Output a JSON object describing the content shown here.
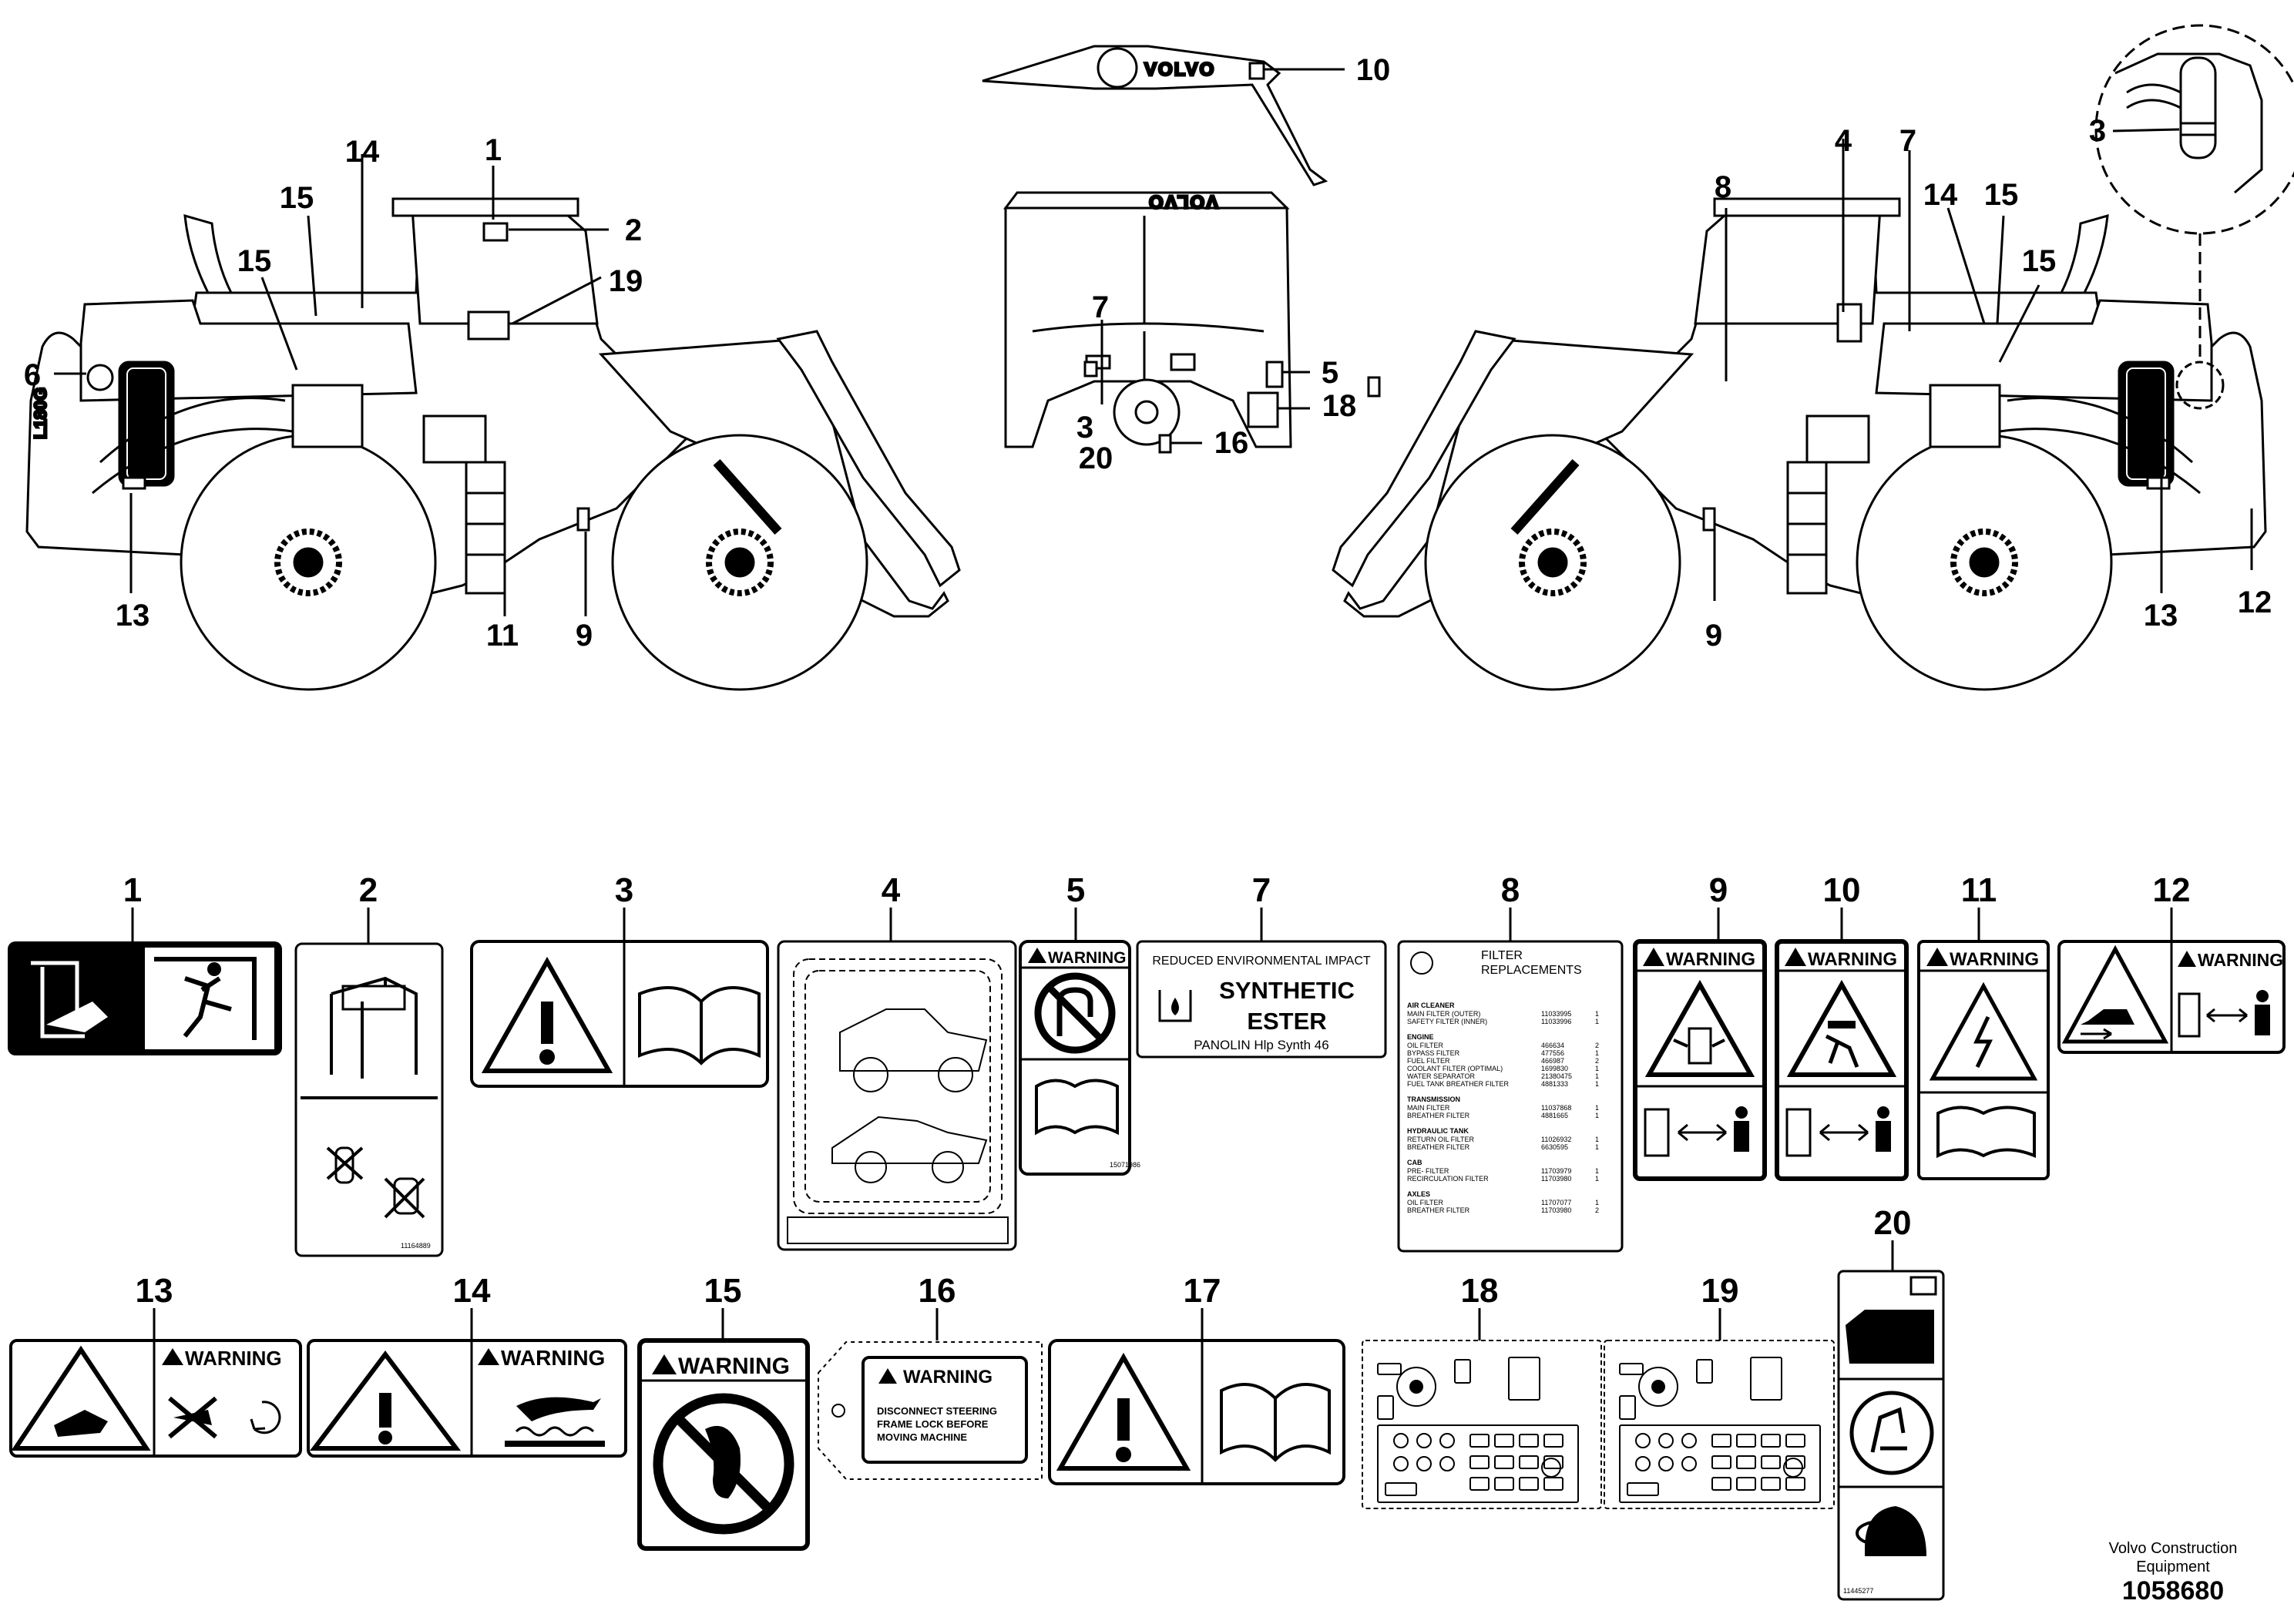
{
  "diagram": {
    "loader_model": "L180G",
    "brand": "VOLVO",
    "callouts": {
      "c1": "1",
      "c2": "2",
      "c3": "3",
      "c4": "4",
      "c5": "5",
      "c6": "6",
      "c7": "7",
      "c8": "8",
      "c9": "9",
      "c10": "10",
      "c11": "11",
      "c12": "12",
      "c13": "13",
      "c14": "14",
      "c15": "15",
      "c16": "16",
      "c18": "18",
      "c19": "19",
      "c20": "20"
    }
  },
  "decals": [
    {
      "num": "1"
    },
    {
      "num": "2",
      "part_number": "11164889"
    },
    {
      "num": "3"
    },
    {
      "num": "4"
    },
    {
      "num": "5",
      "warning": "WARNING",
      "part_number": "15071986"
    },
    {
      "num": "7",
      "line1": "REDUCED ENVIRONMENTAL IMPACT",
      "line2": "SYNTHETIC",
      "line3": "ESTER",
      "line4": "PANOLIN Hlp Synth 46"
    },
    {
      "num": "8",
      "title1": "FILTER",
      "title2": "REPLACEMENTS"
    },
    {
      "num": "9",
      "warning": "WARNING"
    },
    {
      "num": "10",
      "warning": "WARNING"
    },
    {
      "num": "11",
      "warning": "WARNING"
    },
    {
      "num": "12",
      "warning": "WARNING"
    },
    {
      "num": "13",
      "warning": "WARNING"
    },
    {
      "num": "14",
      "warning": "WARNING"
    },
    {
      "num": "15",
      "warning": "WARNING"
    },
    {
      "num": "16",
      "warning": "WARNING",
      "text1": "DISCONNECT STEERING",
      "text2": "FRAME LOCK BEFORE",
      "text3": "MOVING MACHINE"
    },
    {
      "num": "17"
    },
    {
      "num": "18"
    },
    {
      "num": "19"
    },
    {
      "num": "20",
      "part_number": "11445277"
    }
  ],
  "filter_list": [
    {
      "section": "AIR CLEANER",
      "rows": [
        [
          "MAIN FILTER (OUTER)",
          "11033995",
          "1"
        ],
        [
          "SAFETY FILTER (INNER)",
          "11033996",
          "1"
        ]
      ]
    },
    {
      "section": "ENGINE",
      "rows": [
        [
          "OIL FILTER",
          "466634",
          "2"
        ],
        [
          "BYPASS FILTER",
          "477556",
          "1"
        ],
        [
          "FUEL FILTER",
          "466987",
          "2"
        ],
        [
          "COOLANT FILTER (OPTIMAL)",
          "1699830",
          "1"
        ],
        [
          "WATER SEPARATOR",
          "21380475",
          "1"
        ],
        [
          "FUEL TANK BREATHER FILTER",
          "4881333",
          "1"
        ]
      ]
    },
    {
      "section": "TRANSMISSION",
      "rows": [
        [
          "MAIN FILTER",
          "11037868",
          "1"
        ],
        [
          "BREATHER FILTER",
          "4881665",
          "1"
        ]
      ]
    },
    {
      "section": "HYDRAULIC TANK",
      "rows": [
        [
          "RETURN OIL FILTER",
          "11026932",
          "1"
        ],
        [
          "BREATHER FILTER",
          "6630595",
          "1"
        ]
      ]
    },
    {
      "section": "CAB",
      "rows": [
        [
          "PRE- FILTER",
          "11703979",
          "1"
        ],
        [
          "RECIRCULATION FILTER",
          "11703980",
          "1"
        ]
      ]
    },
    {
      "section": "AXLES",
      "rows": [
        [
          "OIL FILTER",
          "11707077",
          "1"
        ],
        [
          "BREATHER FILTER",
          "11703980",
          "2"
        ]
      ]
    }
  ],
  "footer": {
    "company_line1": "Volvo Construction",
    "company_line2": "Equipment",
    "drawing_number": "1058680"
  }
}
